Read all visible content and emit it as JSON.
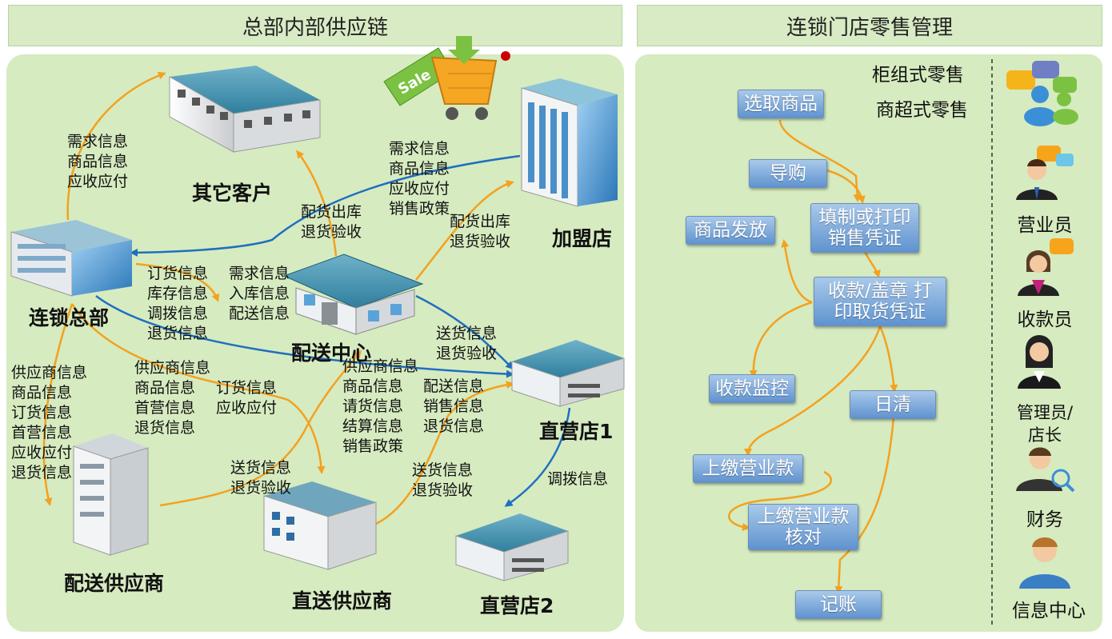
{
  "headers": {
    "left": "总部内部供应链",
    "right": "连锁门店零售管理"
  },
  "colors": {
    "orange_arrow": "#f4a11e",
    "blue_arrow": "#1f6fc0",
    "panel_bg": "#d6ebc0",
    "process_box": "#7fa8da"
  },
  "nodes": {
    "other_customer": "其它客户",
    "franchise": "加盟店",
    "hq": "连锁总部",
    "dc": "配送中心",
    "direct1": "直营店1",
    "direct2": "直营店2",
    "dist_supplier": "配送供应商",
    "direct_supplier": "直送供应商",
    "sale_tag": "Sale"
  },
  "labels": {
    "hq_other": "需求信息\n商品信息\n应收应付",
    "franchise_info": "需求信息\n商品信息\n应收应付\n销售政策",
    "dc_out_1": "配货出库\n退货验收",
    "dc_out_2": "配货出库\n退货验收",
    "hq_dc": "订货信息\n库存信息\n调拨信息\n退货信息",
    "dc_hq": "需求信息\n入库信息\n配送信息",
    "dc_direct": "送货信息\n退货验收",
    "hq_supplier": "供应商信息\n商品信息\n订货信息\n首营信息\n应收应付\n退货信息",
    "supplier_mid": "供应商信息\n商品信息\n首营信息\n退货信息",
    "order_pay": "订货信息\n应收应付",
    "direct_info": "供应商信息\n商品信息\n请货信息\n结算信息\n销售政策",
    "store_info": "配送信息\n销售信息\n退货信息",
    "ship_1": "送货信息\n退货验收",
    "ship_2": "送货信息\n退货验收",
    "transfer": "调拨信息"
  },
  "retail": {
    "mode1": "柜组式零售",
    "mode2": "商超式零售",
    "steps": {
      "select": "选取商品",
      "guide": "导购",
      "fill": "填制或打印\n销售凭证",
      "deliver": "商品发放",
      "collect": "收款/盖章 打\n印取货凭证",
      "monitor": "收款监控",
      "daily": "日清",
      "pay": "上缴营业款",
      "verify": "上缴营业款\n核对",
      "book": "记账"
    }
  },
  "roles": [
    "营业员",
    "收款员",
    "管理员/\n店长",
    "财务",
    "信息中心"
  ]
}
